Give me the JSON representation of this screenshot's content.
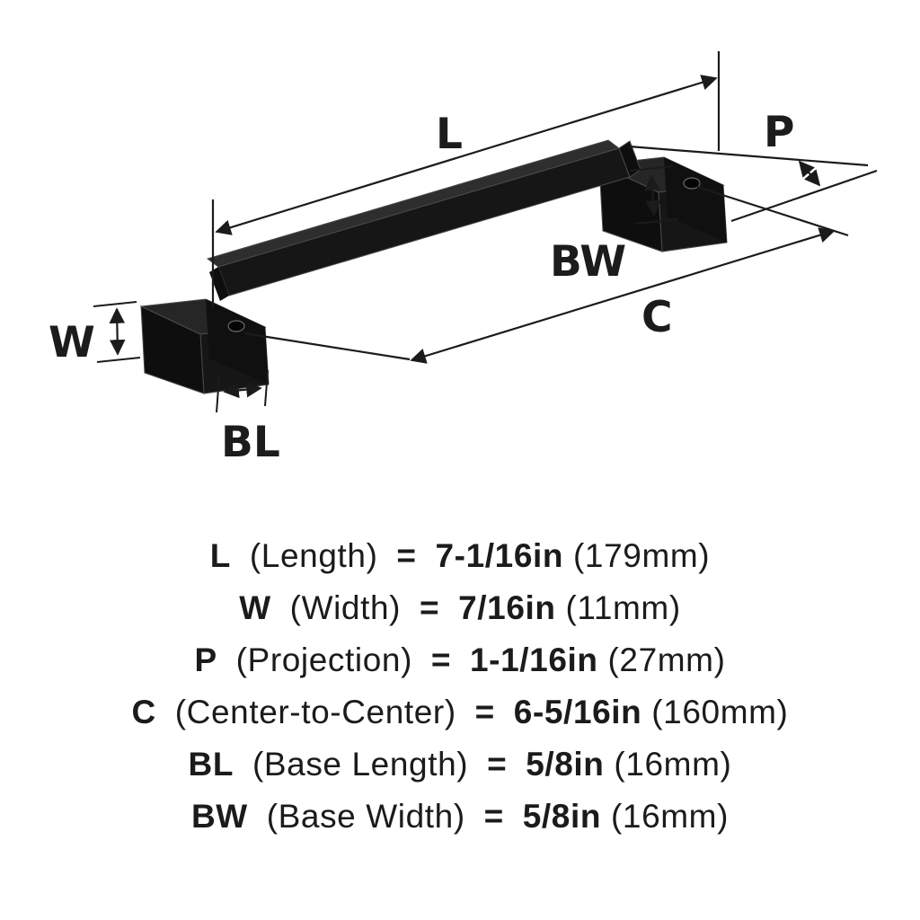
{
  "diagram": {
    "labels": {
      "l": "L",
      "p": "P",
      "bw": "BW",
      "c": "C",
      "w": "W",
      "bl": "BL"
    }
  },
  "specs": [
    {
      "abbr": "L",
      "name": "(Length)",
      "eq": "=",
      "value": "7-1/16in",
      "metric": "(179mm)"
    },
    {
      "abbr": "W",
      "name": "(Width)",
      "eq": "=",
      "value": "7/16in",
      "metric": "(11mm)"
    },
    {
      "abbr": "P",
      "name": "(Projection)",
      "eq": "=",
      "value": "1-1/16in",
      "metric": "(27mm)"
    },
    {
      "abbr": "C",
      "name": "(Center-to-Center)",
      "eq": "=",
      "value": "6-5/16in",
      "metric": "(160mm)"
    },
    {
      "abbr": "BL",
      "name": "(Base Length)",
      "eq": "=",
      "value": "5/8in",
      "metric": "(16mm)"
    },
    {
      "abbr": "BW",
      "name": "(Base Width)",
      "eq": "=",
      "value": "5/8in",
      "metric": "(16mm)"
    }
  ]
}
